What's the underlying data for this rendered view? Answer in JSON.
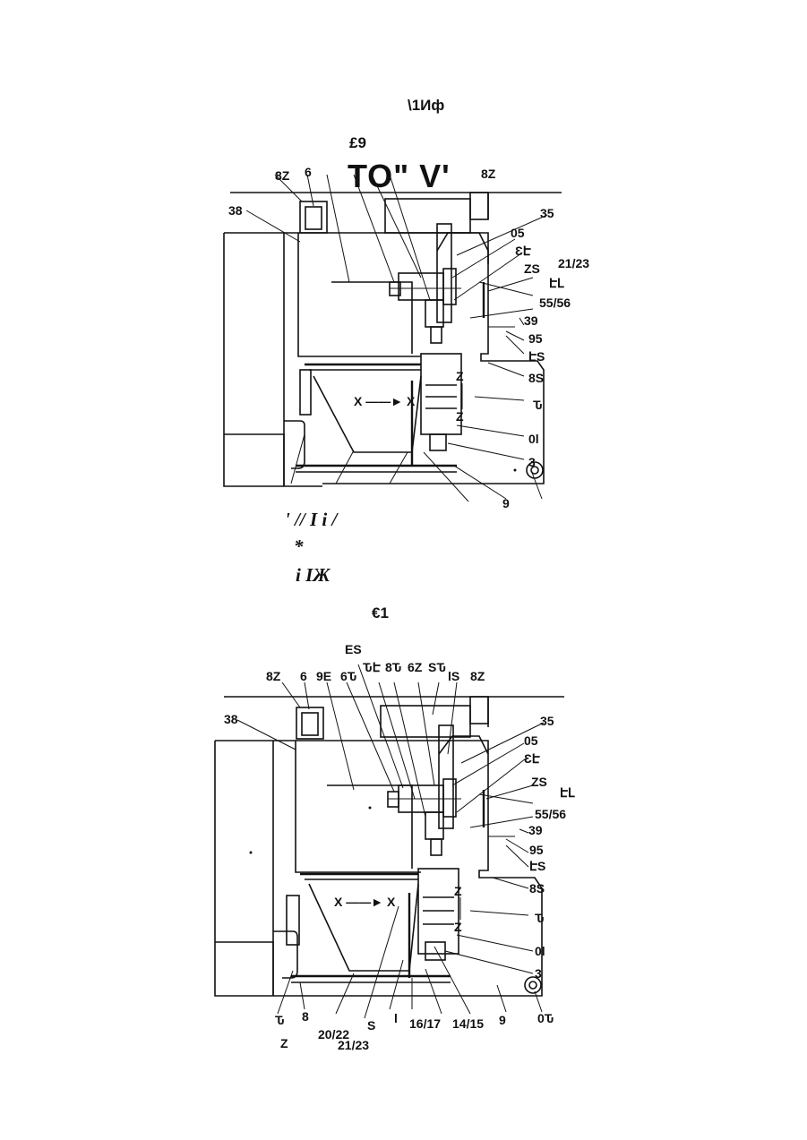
{
  "header": {
    "top_code": "\\1Иф",
    "label_fig_a": "£9",
    "ocr_big": "ТО\" V'",
    "label_fig_b": "€1"
  },
  "scribbles": {
    "line1": "' //  I        i  /",
    "line2": "*",
    "line3": "i  IЖ"
  },
  "figure_a": {
    "labels_top": [
      "8Z",
      "6",
      "8Z"
    ],
    "labels_right": [
      "35",
      "05",
      "ƐԷ",
      "21/23",
      "ZS",
      "ԷԼ",
      "55/56",
      "39",
      "95",
      "ԷS",
      "8S",
      "Ԏ",
      "0l",
      "3",
      "9"
    ],
    "labels_left": [
      "38"
    ],
    "axis_x": "X ——► X",
    "axis_z_top": "Z",
    "axis_z_bottom": "Z"
  },
  "figure_b": {
    "labels_top": [
      "8Z",
      "6",
      "9E",
      "6Ԏ",
      "ES",
      "ԎԷ",
      "8Ԏ",
      "6Z",
      "SԎ",
      "lS",
      "8Z"
    ],
    "labels_right": [
      "35",
      "05",
      "ƐԷ",
      "ZS",
      "ԷԼ",
      "55/56",
      "39",
      "95",
      "ԷS",
      "8S",
      "Ԏ",
      "0l",
      "3",
      "0Ԏ"
    ],
    "labels_left": [
      "38"
    ],
    "labels_bottom": [
      "Ԏ",
      "Z",
      "8",
      "20/22",
      "21/23",
      "S",
      "l",
      "16/17",
      "14/15",
      "9",
      "0Ԏ"
    ],
    "axis_x": "X ——► X",
    "axis_z_top": "Z",
    "axis_z_bottom": "Z"
  }
}
